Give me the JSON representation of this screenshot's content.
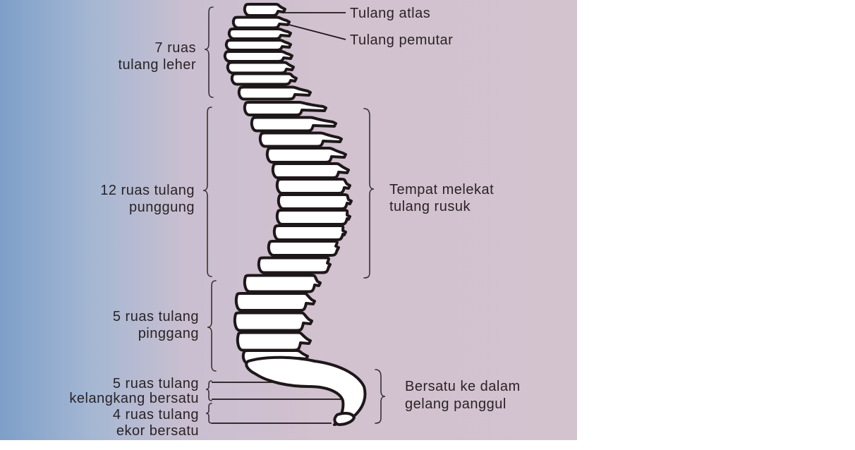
{
  "labels": {
    "atlas": "Tulang atlas",
    "pemutar": "Tulang pemutar",
    "leher_1": "7 ruas",
    "leher_2": "tulang leher",
    "punggung_1": "12 ruas tulang",
    "punggung_2": "punggung",
    "rusuk_1": "Tempat melekat",
    "rusuk_2": "tulang rusuk",
    "pinggang_1": "5 ruas tulang",
    "pinggang_2": "pinggang",
    "kelangkang_1": "5 ruas tulang",
    "kelangkang_2": "kelangkang bersatu",
    "ekor_1": "4 ruas tulang",
    "ekor_2": "ekor bersatu",
    "panggul_1": "Bersatu ke dalam",
    "panggul_2": "gelang panggul"
  },
  "colors": {
    "bone": "#ffffff",
    "outline": "#1e1719",
    "text": "#2a2326"
  }
}
